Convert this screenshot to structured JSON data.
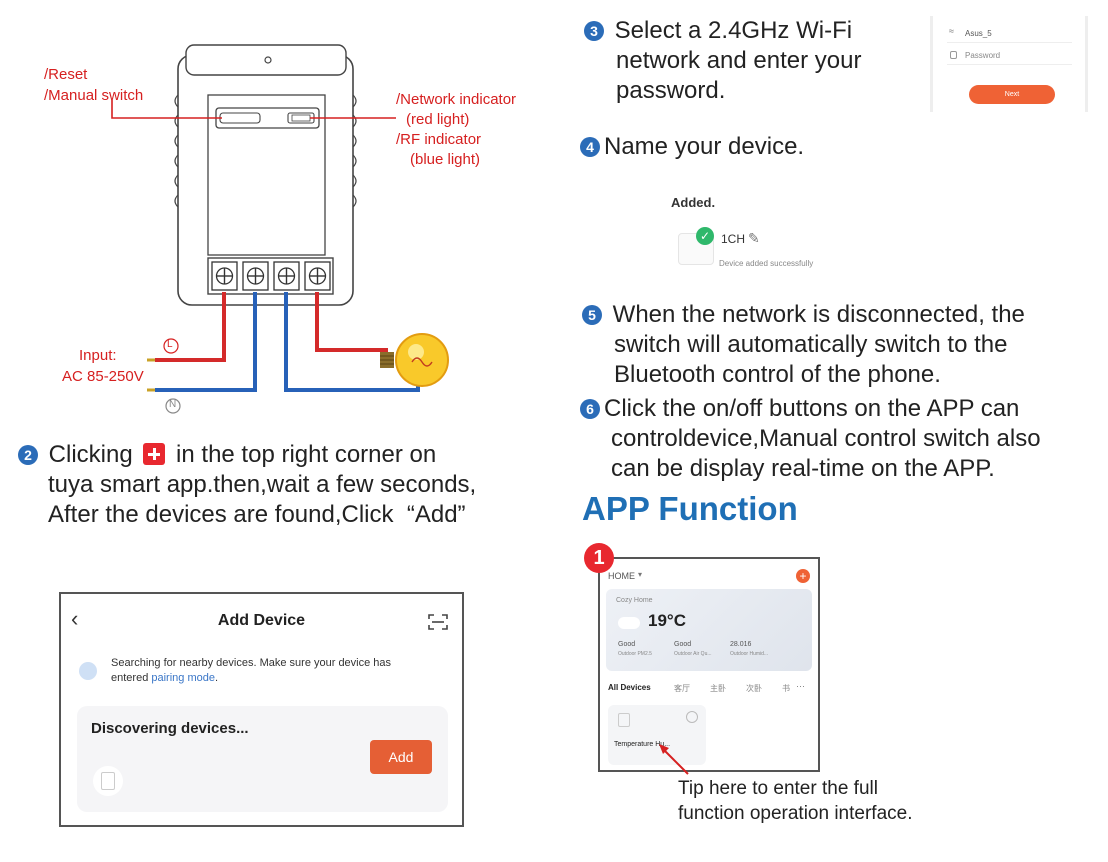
{
  "wiring": {
    "label_reset": "/Reset",
    "label_manual": "/Manual switch",
    "label_network": "/Network indicator",
    "label_red_light": "(red light)",
    "label_rf": "/RF indicator",
    "label_blue_light": "(blue light)",
    "input_label": "Input:",
    "input_voltage": "AC 85-250V",
    "live_symbol": "L",
    "neutral_symbol": "N"
  },
  "step2": {
    "number": "2",
    "line1_prefix": "Clicking",
    "line1_suffix": "in the top right corner on",
    "line2": "tuya smart app.then,wait a few seconds,",
    "line3": "After the devices are found,Click  “Add”"
  },
  "add_device_screen": {
    "title": "Add Device",
    "searching_text": "Searching for nearby devices. Make sure your device has",
    "searching_text2_prefix": "entered",
    "pairing_link": "pairing mode",
    "searching_text2_suffix": ".",
    "discovering": "Discovering devices...",
    "add_button": "Add"
  },
  "step3": {
    "number": "3",
    "line1": "Select a 2.4GHz Wi-Fi",
    "line2": "network and enter your",
    "line3": "password."
  },
  "wifi_screen": {
    "ssid": "Asus_5",
    "password_placeholder": "Password",
    "next_button": "Next"
  },
  "step4": {
    "number": "4",
    "text": "Name your device."
  },
  "added_screen": {
    "title": "Added.",
    "device_name": "1CH",
    "status": "Device added successfully"
  },
  "step5": {
    "number": "5",
    "line1": "When the network is disconnected, the",
    "line2": "switch will automatically switch to the",
    "line3": "Bluetooth control of the phone."
  },
  "step6": {
    "number": "6",
    "line1": "Click the on/off buttons on the APP can",
    "line2": "controldevice,Manual control switch also",
    "line3": "can be display real-time on the APP."
  },
  "app_function": {
    "heading": "APP Function",
    "badge": "1",
    "home_label": "HOME",
    "weather_location": "Cozy Home",
    "temperature": "19°C",
    "metric1_value": "Good",
    "metric1_label": "Outdoor PM2.5",
    "metric2_value": "Good",
    "metric2_label": "Outdoor Air Qu...",
    "metric3_value": "28.016",
    "metric3_label": "Outdoor Humid...",
    "tabs": [
      "All Devices",
      "客厅",
      "主卧",
      "次卧",
      "书"
    ],
    "device_tile": "Temperature Hu...",
    "tip_line1": "Tip here to enter the full",
    "tip_line2": "function operation interface."
  },
  "colors": {
    "accent_blue": "#1f6fb5",
    "red": "#d62020",
    "orange": "#e8592b",
    "wire_red": "#d42a2a",
    "wire_blue": "#2761b8"
  }
}
